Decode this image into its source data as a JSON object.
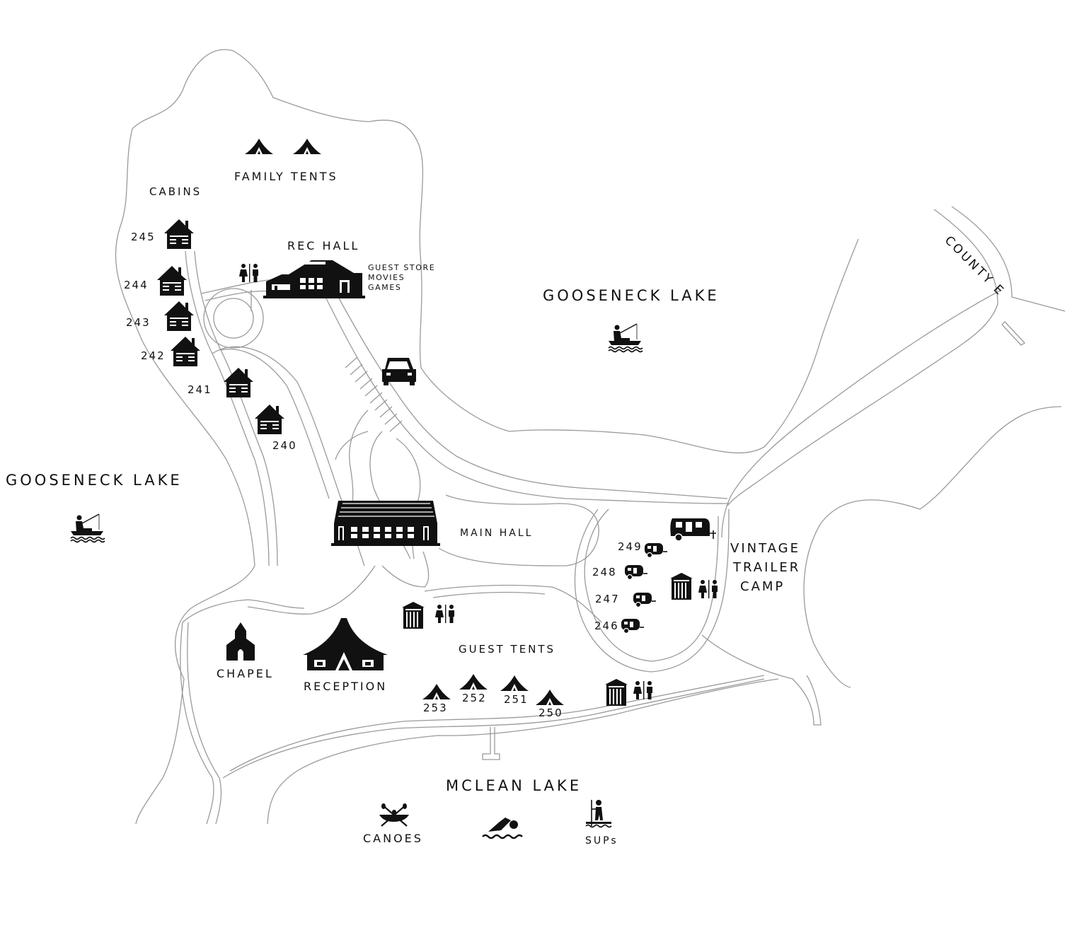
{
  "map": {
    "lake_labels": {
      "west": "GOOSENECK LAKE",
      "northeast": "GOOSENECK LAKE",
      "south": "MCLEAN LAKE"
    },
    "road_label": "COUNTY E",
    "areas": {
      "family_tents": "FAMILY TENTS",
      "cabins": "CABINS",
      "rec_hall": "REC HALL",
      "rec_hall_amenities": [
        "GUEST STORE",
        "MOVIES",
        "GAMES"
      ],
      "main_hall": "MAIN HALL",
      "vintage_trailer_camp": [
        "VINTAGE",
        "TRAILER",
        "CAMP"
      ],
      "chapel": "CHAPEL",
      "reception": "RECEPTION",
      "guest_tents": "GUEST TENTS"
    },
    "cabin_numbers": [
      "245",
      "244",
      "243",
      "242",
      "241",
      "240"
    ],
    "trailer_numbers": [
      "249",
      "248",
      "247",
      "246"
    ],
    "tent_numbers": [
      "253",
      "252",
      "251",
      "250"
    ],
    "activities": {
      "canoes": "CANOES",
      "sups": "SUPs"
    },
    "icons": [
      "tent-icon",
      "cabin-icon",
      "restroom-icon",
      "rec-hall-building-icon",
      "car-icon",
      "fishing-icon",
      "main-hall-building-icon",
      "vintage-trailer-icon",
      "trailer-icon",
      "shed-icon",
      "chapel-icon",
      "reception-tent-icon",
      "canoe-icon",
      "swimmer-icon",
      "paddleboard-icon"
    ],
    "colors": {
      "ink": "#111111",
      "road_outline": "#9a9a9a",
      "background": "#ffffff"
    }
  }
}
